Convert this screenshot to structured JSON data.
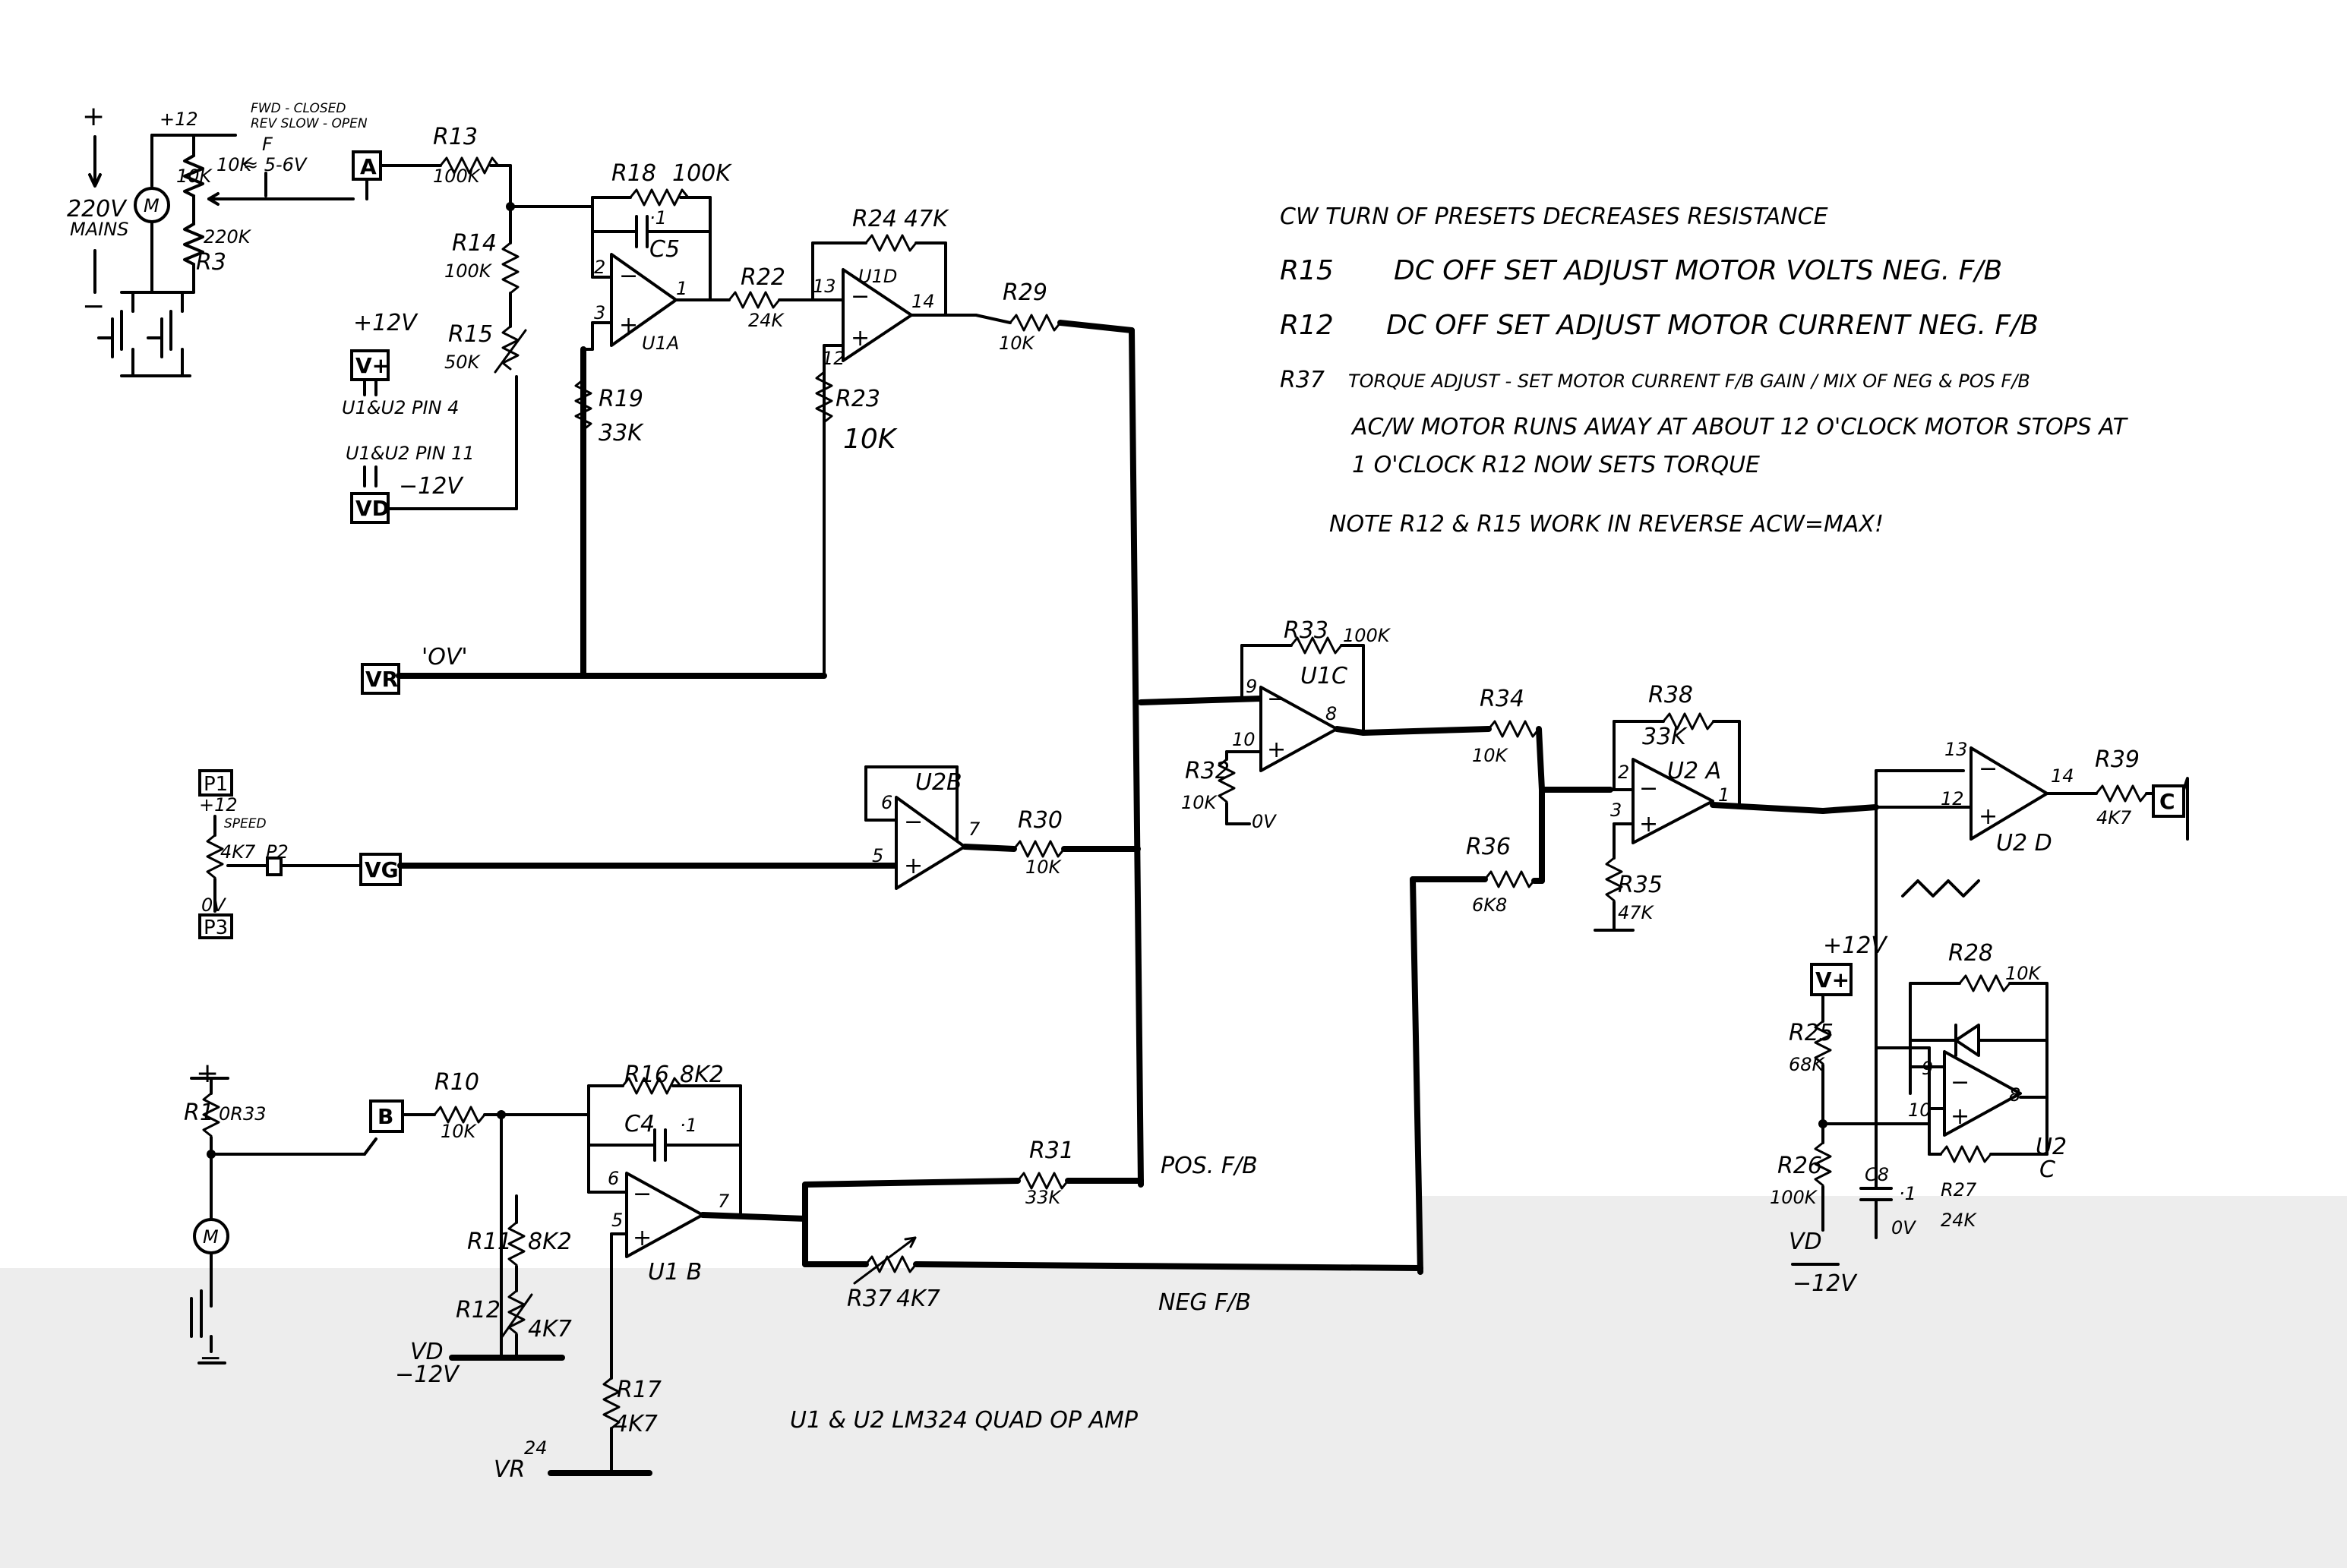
{
  "notes": {
    "line1": "CW TURN OF PRESETS DECREASES RESISTANCE",
    "r15_ref": "R15",
    "r15_text": "DC OFF SET ADJUST MOTOR VOLTS NEG. F/B",
    "r12_ref": "R12",
    "r12_text": "DC OFF SET ADJUST MOTOR CURRENT NEG. F/B",
    "r37_ref": "R37",
    "r37_text": "TORQUE ADJUST - SET MOTOR CURRENT F/B GAIN / MIX OF NEG & POS F/B",
    "acw_line1": "AC/W MOTOR RUNS AWAY AT ABOUT 12 O'CLOCK MOTOR STOPS AT",
    "acw_line2": "1 O'CLOCK R12 NOW SETS TORQUE",
    "note": "NOTE R12 & R15 WORK IN REVERSE ACW=MAX!"
  },
  "footer": "U1 & U2 LM324 QUAD OP AMP",
  "supply_top": {
    "plus": "+",
    "minus": "−",
    "voltage": "220V",
    "mains": "MAINS",
    "plus12": "+12",
    "fwd": "FWD - CLOSED",
    "rev": "REV SLOW - OPEN",
    "f": "F",
    "approx": "≈ 5-6V",
    "motor": "M",
    "r_pot_a": "10K",
    "r_pot_b": "10K",
    "r3_val": "220K",
    "r3": "R3"
  },
  "supply_bottom": {
    "plus": "+",
    "minus": "−",
    "motor": "M",
    "r1": "R1",
    "r1_val": "0R33"
  },
  "speed_pot": {
    "p1": "P1",
    "v": "+12",
    "speed": "SPEED",
    "value": "4K7",
    "p2": "P2",
    "zero": "0V",
    "p3": "P3"
  },
  "terminals": {
    "a": "A",
    "b": "B",
    "c": "C",
    "vplus": "V+",
    "vd": "VD",
    "vr": "VR",
    "vg": "VG",
    "vplus2": "V+",
    "vr_ov": "'OV'",
    "plus12v": "+12V",
    "u_pin4": "U1&U2 PIN 4",
    "u_pin11": "U1&U2 PIN 11",
    "minus12v": "−12V"
  },
  "resistors": {
    "r13": "R13",
    "r13_val": "100K",
    "r14": "R14",
    "r14_val": "100K",
    "r15": "R15",
    "r15_val": "50K",
    "r18": "R18",
    "r18_val": "100K",
    "c5": "C5",
    "c5_val": "·1",
    "r19": "R19",
    "r19_val": "33K",
    "r22": "R22",
    "r22_val": "24K",
    "r24": "R24",
    "r24_val": "47K",
    "r23": "R23",
    "r23_val": "10K",
    "r29": "R29",
    "r29_val": "10K",
    "r33": "R33",
    "r33_val": "100K",
    "r32": "R32",
    "r32_val": "10K",
    "r32_gnd": "0V",
    "r34": "R34",
    "r34_val": "10K",
    "r36": "R36",
    "r36_val": "6K8",
    "r38": "R38",
    "r38_val": "33K",
    "r35": "R35",
    "r35_val": "47K",
    "r39": "R39",
    "r39_val": "4K7",
    "r30": "R30",
    "r30_val": "10K",
    "r10": "R10",
    "r10_val": "10K",
    "r16": "R16",
    "r16_val": "8K2",
    "c4": "C4",
    "c4_val": "·1",
    "r11": "R11",
    "r11_val": "8K2",
    "r12": "R12",
    "r12_val": "4K7",
    "r17": "R17",
    "r17_val": "4K7",
    "r31": "R31",
    "r31_val": "33K",
    "r37": "R37",
    "r37_val": "4K7",
    "r28": "R28",
    "r28_val": "10K",
    "r25": "R25",
    "r25_val": "68K",
    "r26": "R26",
    "r26_val": "100K",
    "r27": "R27",
    "r27_val": "24K",
    "c8": "C8",
    "c8_val": "·1",
    "c8_gnd": "0V"
  },
  "opamps": {
    "u1a": "U1A",
    "u1a_p1": "1",
    "u1a_p2": "2",
    "u1a_p3": "3",
    "u1d": "U1D",
    "u1d_p13": "13",
    "u1d_p12": "12",
    "u1d_p14": "14",
    "u1c": "U1C",
    "u1c_p9": "9",
    "u1c_p10": "10",
    "u1c_p8": "8",
    "u2a": "U2 A",
    "u2a_p2": "2",
    "u2a_p3": "3",
    "u2a_p1": "1",
    "u2d": "U2 D",
    "u2d_p13": "13",
    "u2d_p12": "12",
    "u2d_p14": "14",
    "u2b": "U2B",
    "u2b_p6": "6",
    "u2b_p5": "5",
    "u2b_p7": "7",
    "u1b": "U1 B",
    "u1b_p6": "6",
    "u1b_p5": "5",
    "u1b_p7": "7",
    "u2c": "U2",
    "u2c_sub": "C",
    "u2c_p9": "9",
    "u2c_p10": "10",
    "u2c_p8": "8"
  },
  "feedback": {
    "pos": "POS. F/B",
    "neg": "NEG F/B"
  },
  "misc": {
    "vr_24": "24",
    "vd_label": "VD",
    "minus12": "−12V",
    "vd2": "VD",
    "minus12b": "−12V",
    "plus12v2": "+12V"
  }
}
